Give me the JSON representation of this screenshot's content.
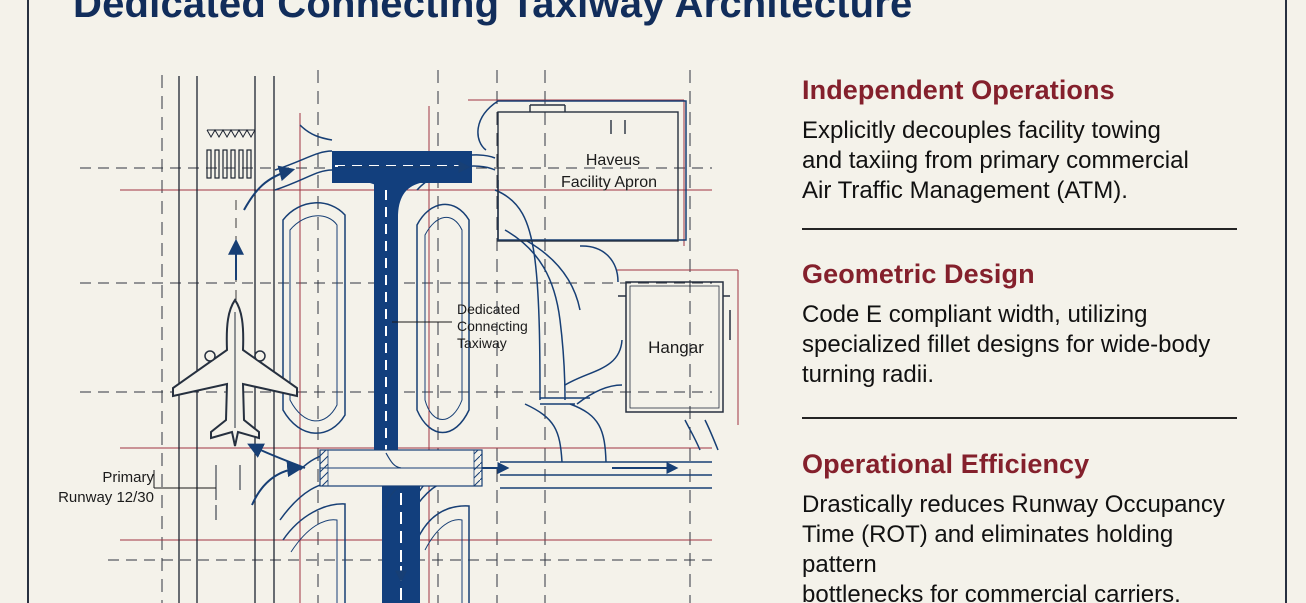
{
  "title": "Dedicated Connecting Taxiway Architecture",
  "diagram": {
    "labels": {
      "apron": [
        "Haveus",
        "Facility Apron"
      ],
      "taxiway": [
        "Dedicated",
        "Connecting",
        "Taxiway"
      ],
      "hangar": "Hangar",
      "runway": [
        "Primary",
        "Runway 12/30"
      ]
    },
    "colors": {
      "line": "#173f75",
      "taxiway_fill": "#123f7d",
      "red_guide": "#9f3441",
      "dash": "#313845"
    },
    "icons": {
      "aircraft": "airplane-icon",
      "arrows": "arrow-icon"
    }
  },
  "sections": [
    {
      "heading": "Independent Operations",
      "lines": [
        "Explicitly decouples facility towing",
        "and taxiing from primary commercial",
        "Air Traffic Management (ATM)."
      ]
    },
    {
      "heading": "Geometric Design",
      "lines": [
        "Code E compliant width, utilizing",
        "specialized fillet designs for wide-body",
        "turning radii."
      ]
    },
    {
      "heading": "Operational Efficiency",
      "lines": [
        "Drastically reduces Runway Occupancy",
        "Time (ROT) and eliminates holding pattern",
        "bottlenecks for commercial carriers."
      ]
    }
  ]
}
